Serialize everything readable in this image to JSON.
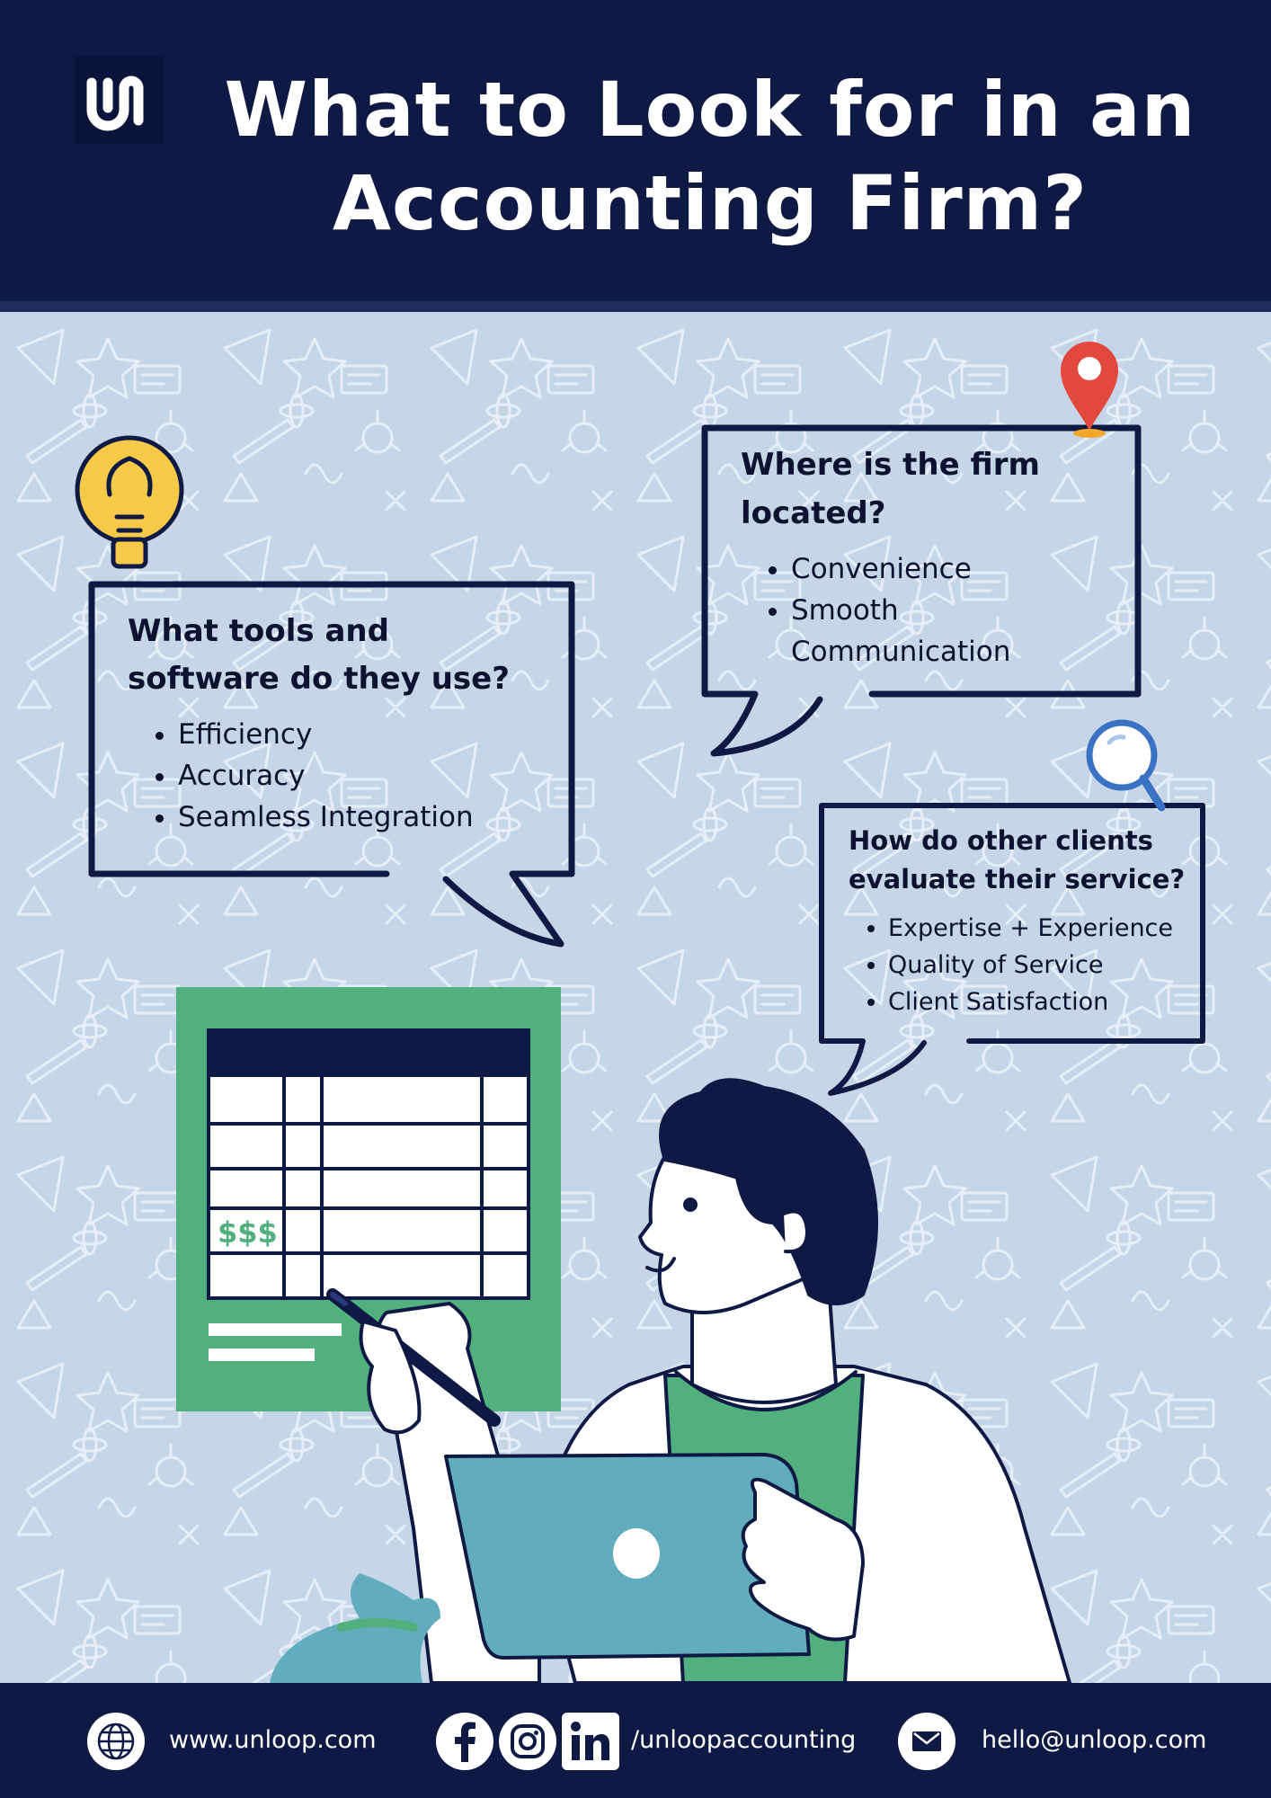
{
  "header": {
    "title_line1": "What to Look for in an",
    "title_line2": "Accounting Firm?",
    "logo_icon": "unloop-logo-icon",
    "background_color": "#0f1a44"
  },
  "bubbles": {
    "tools": {
      "heading_line1": "What tools and",
      "heading_line2": "software do they use?",
      "items": [
        "Efficiency",
        "Accuracy",
        "Seamless Integration"
      ],
      "icon": "lightbulb-icon"
    },
    "location": {
      "heading_line1": "Where is the firm",
      "heading_line2": "located?",
      "items": [
        "Convenience",
        "Smooth",
        "Communication"
      ],
      "icon": "location-pin-icon"
    },
    "reviews": {
      "heading_line1": "How do other clients",
      "heading_line2": "evaluate their service?",
      "items": [
        "Expertise + Experience",
        "Quality of Service",
        "Client Satisfaction"
      ],
      "icon": "magnifier-icon"
    }
  },
  "illustration": {
    "spreadsheet_label": "$$$",
    "accent_green": "#52b07e",
    "accent_teal": "#62adbd",
    "navy": "#0f1a44",
    "pattern_background": "#c6d6e8"
  },
  "footer": {
    "website": "www.unloop.com",
    "social_handle": "/unloopaccounting",
    "email": "hello@unloop.com",
    "icons": [
      "globe-icon",
      "facebook-icon",
      "instagram-icon",
      "linkedin-icon",
      "mail-icon"
    ]
  }
}
